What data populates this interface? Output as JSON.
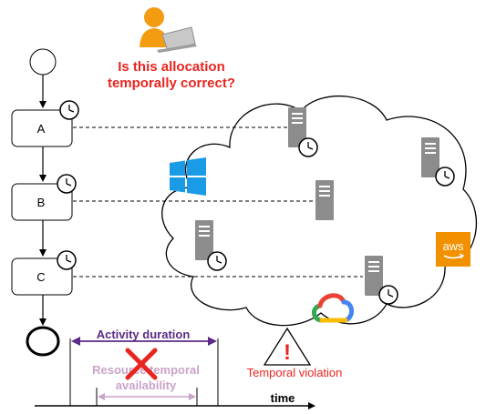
{
  "question": {
    "line1": "Is this allocation",
    "line2": "temporally correct?",
    "color": "#e8251f"
  },
  "process": {
    "activities": [
      {
        "id": "activity-a",
        "label": "A"
      },
      {
        "id": "activity-b",
        "label": "B"
      },
      {
        "id": "activity-c",
        "label": "C"
      }
    ],
    "start_event": "start-event",
    "end_event": "end-event"
  },
  "cloud": {
    "providers": [
      {
        "name": "windows-logo",
        "color": "#1a9be6"
      },
      {
        "name": "aws-logo",
        "text": "aws",
        "color": "#f29100"
      },
      {
        "name": "google-cloud-logo"
      }
    ],
    "server_color": "#8c8c8c"
  },
  "legend": {
    "activity_duration": "Activity duration",
    "activity_duration_color": "#5b2a86",
    "resource_availability_line1": "Resource temporal",
    "resource_availability_line2": "availability",
    "resource_availability_color": "#c9a3c9",
    "cross_color": "#e8251f",
    "time_label": "time"
  },
  "warning": {
    "symbol": "!",
    "label": "Temporal violation",
    "color": "#e8251f"
  }
}
